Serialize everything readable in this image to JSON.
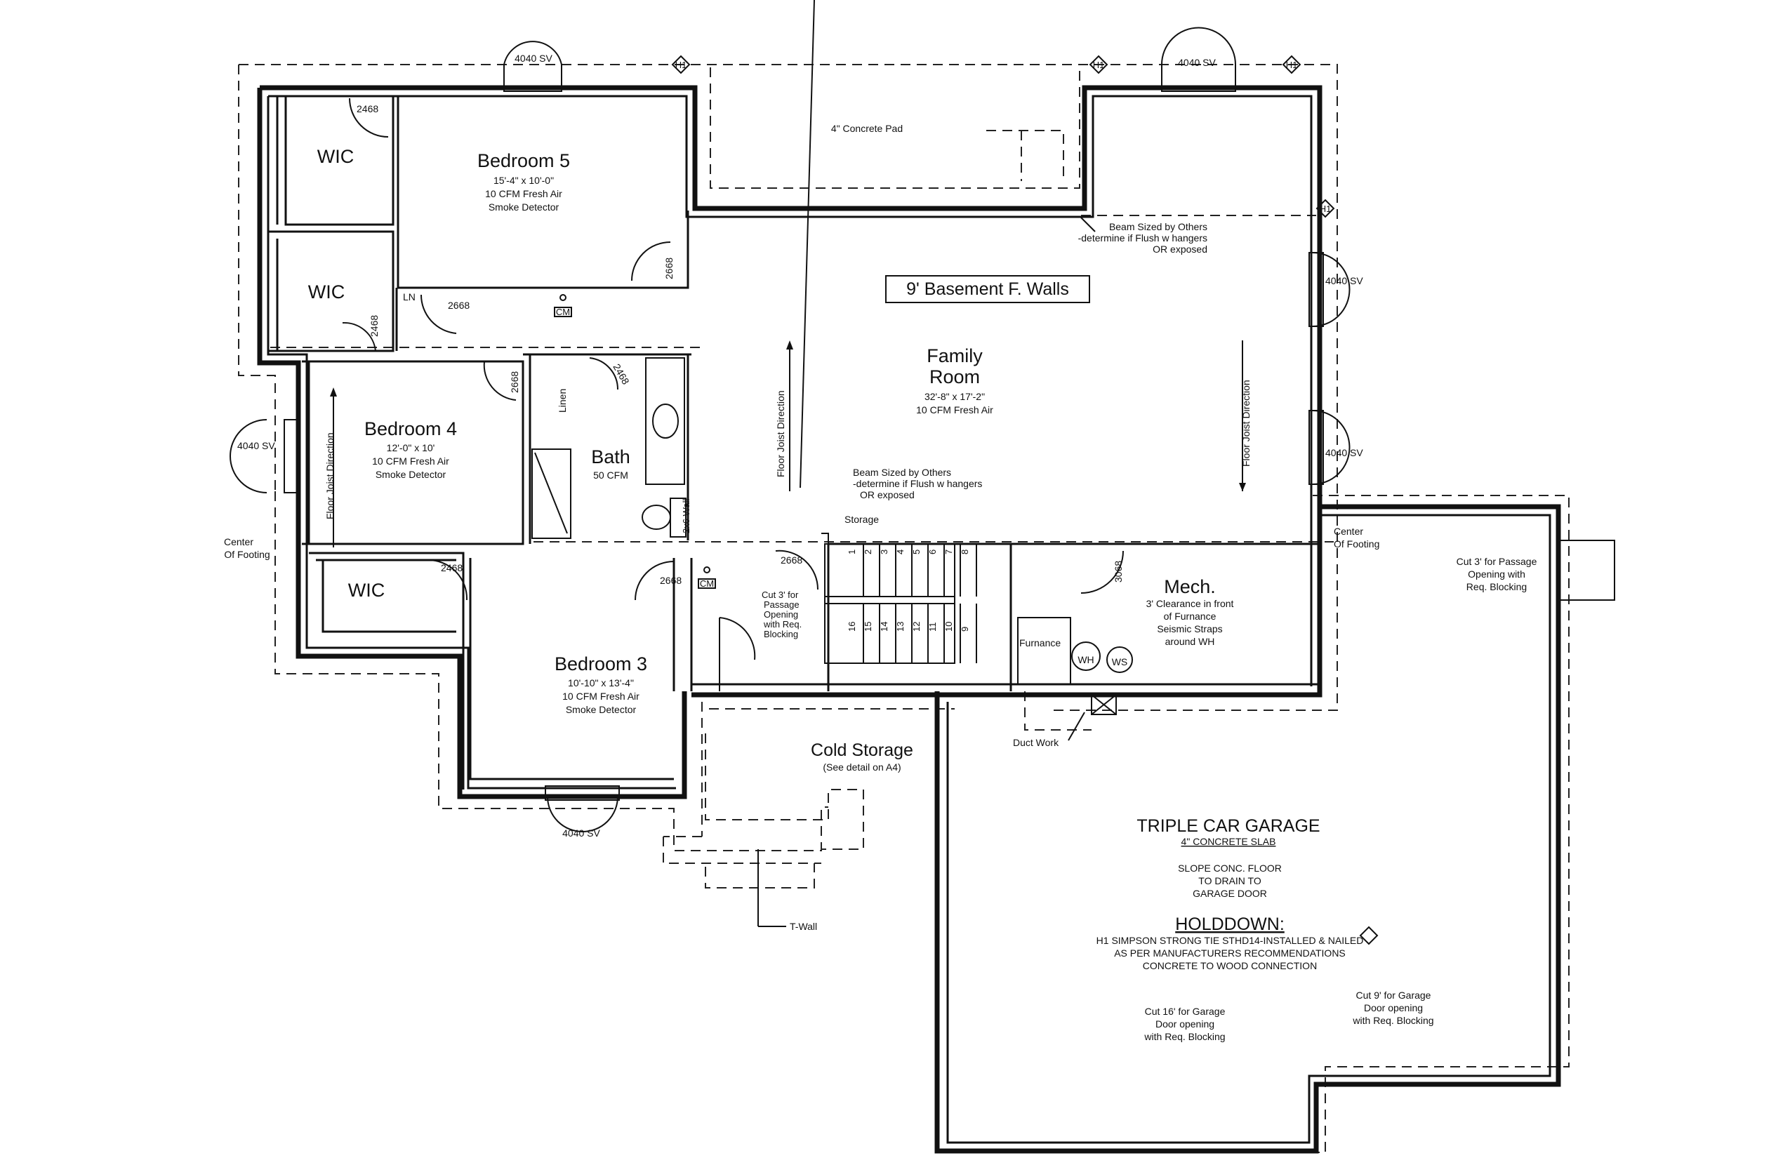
{
  "rooms": {
    "bedroom5": {
      "name": "Bedroom 5",
      "dims": "15'-4\" x 10'-0\"",
      "air": "10 CFM Fresh Air",
      "smoke": "Smoke Detector"
    },
    "bedroom4": {
      "name": "Bedroom 4",
      "dims": "12'-0\" x 10'",
      "air": "10 CFM Fresh Air",
      "smoke": "Smoke Detector"
    },
    "bedroom3": {
      "name": "Bedroom 3",
      "dims": "10'-10\" x 13'-4\"",
      "air": "10 CFM Fresh Air",
      "smoke": "Smoke Detector"
    },
    "family": {
      "name1": "Family",
      "name2": "Room",
      "dims": "32'-8\" x 17'-2\"",
      "air": "10 CFM Fresh Air"
    },
    "bath": {
      "name": "Bath",
      "cfm": "50 CFM"
    },
    "mech": {
      "name": "Mech.",
      "line1": "3' Clearance in front",
      "line2": "of Furnance",
      "line3": "Seismic Straps",
      "line4": "around WH"
    },
    "cold_storage": {
      "name": "Cold Storage",
      "detail": "(See detail on A4)"
    },
    "wic_upper": "WIC",
    "wic_middle": "WIC",
    "wic_lower": "WIC",
    "linen": "Linen",
    "ln": "LN",
    "storage": "Storage",
    "furnace": "Furnance",
    "wh": "WH",
    "ws": "WS"
  },
  "garage": {
    "title": "TRIPLE CAR GARAGE",
    "slab": "4\" CONCRETE SLAB",
    "slope1": "SLOPE CONC. FLOOR",
    "slope2": "TO DRAIN TO",
    "slope3": "GARAGE DOOR",
    "holddown": "HOLDDOWN:",
    "h1_line1": "H1  SIMPSON STRONG TIE STHD14-INSTALLED & NAILED",
    "h1_line2": "AS PER MANUFACTURERS RECOMMENDATIONS",
    "h1_line3": "CONCRETE TO WOOD CONNECTION",
    "cut16_1": "Cut 16' for Garage",
    "cut16_2": "Door opening",
    "cut16_3": "with Req. Blocking",
    "cut9_1": "Cut 9' for Garage",
    "cut9_2": "Door opening",
    "cut9_3": "with Req. Blocking",
    "cut3_1": "Cut 3' for Passage",
    "cut3_2": "Opening with",
    "cut3_3": "Req. Blocking"
  },
  "notes": {
    "basement_walls": "9' Basement F. Walls",
    "concrete_pad": "4\" Concrete Pad",
    "beam1_1": "Beam Sized by Others",
    "beam1_2": "-determine if Flush w hangers",
    "beam1_3": "OR exposed",
    "beam2_1": "Beam Sized by Others",
    "beam2_2": "-determine if Flush w hangers",
    "beam2_3": "OR exposed",
    "center_left1": "Center",
    "center_left2": "Of Footing",
    "center_right1": "Center",
    "center_right2": "Of Footing",
    "floor_joist": "Floor Joist Direction",
    "cut3s_1": "Cut 3' for",
    "cut3s_2": "Passage",
    "cut3s_3": "Opening",
    "cut3s_4": "with Req.",
    "cut3s_5": "Blocking",
    "duct": "Duct Work",
    "twall": "T-Wall",
    "twowall": "2x6 Wall",
    "cm": "CM"
  },
  "windows": {
    "w1": "4040 SV",
    "w2": "4040 SV",
    "w3": "4040 SV",
    "w4": "4040 SV",
    "w5": "4040 SV",
    "w6": "4040 SV"
  },
  "doors": {
    "d_b5_wic": "2468",
    "d_b5": "2668",
    "d_ln": "2668",
    "d_wic2": "2468",
    "d_b4": "2668",
    "d_bath": "2468",
    "d_wic3": "2468",
    "d_b3": "2668",
    "d_stair": "2668",
    "d_mech": "3068"
  },
  "holddown_tag": "H1",
  "stairs": [
    "1",
    "2",
    "3",
    "4",
    "5",
    "6",
    "7",
    "8",
    "9",
    "10",
    "11",
    "12",
    "13",
    "14",
    "15",
    "16"
  ]
}
